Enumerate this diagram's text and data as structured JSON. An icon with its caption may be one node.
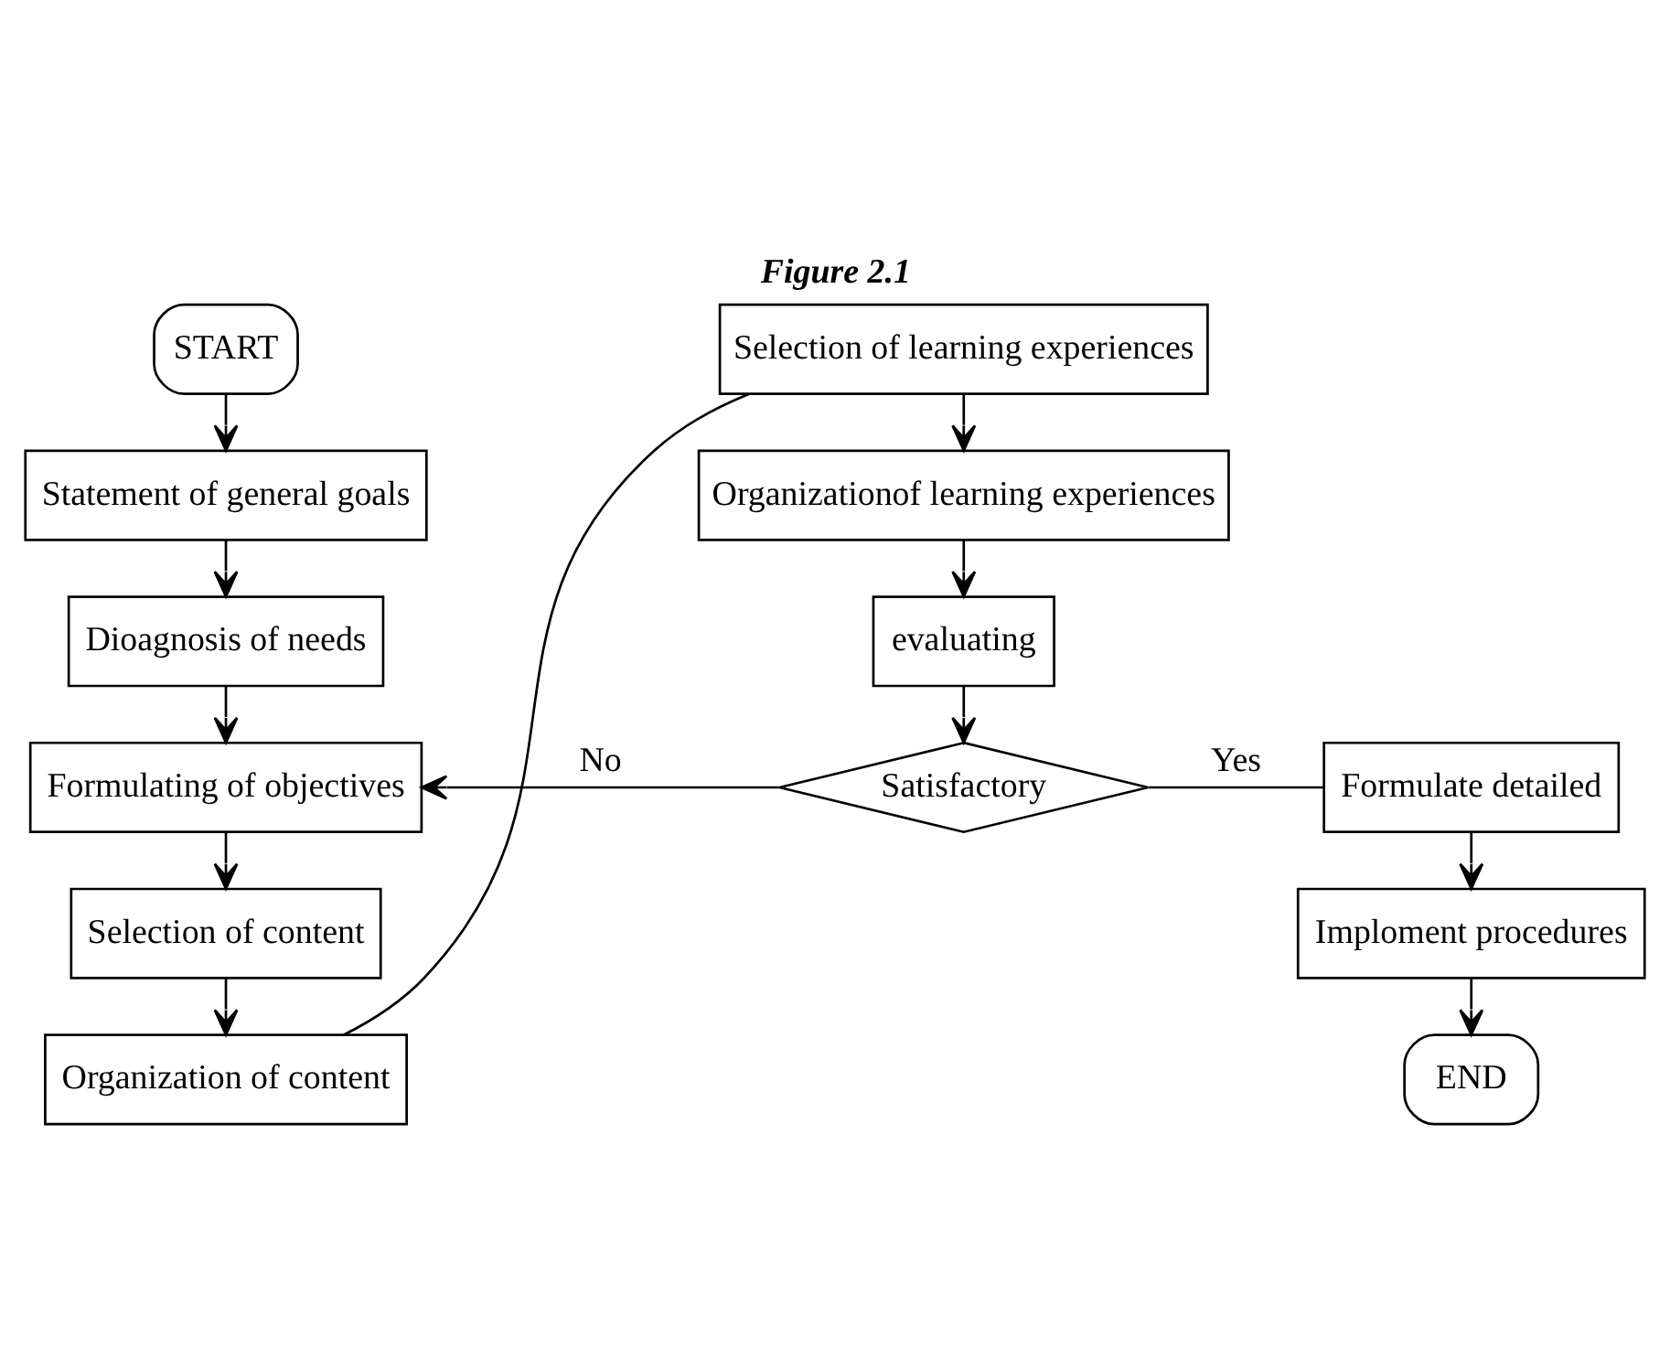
{
  "diagram": {
    "title": "Figure 2.1",
    "nodes": [
      {
        "text": [
          "START"
        ]
      },
      {
        "text": [
          "Statement of general goals"
        ]
      },
      {
        "text": [
          "Dioagnosis of needs"
        ]
      },
      {
        "text": [
          "Formulating of objectives"
        ]
      },
      {
        "text": [
          "Selection of content"
        ]
      },
      {
        "text": [
          "Organization of content"
        ]
      },
      {
        "text": [
          "Selection of learning experiences"
        ]
      },
      {
        "text": [
          "Organizationof learning experiences"
        ]
      },
      {
        "text": [
          "evaluating"
        ]
      },
      {
        "text": [
          "Satisfactory"
        ]
      },
      {
        "text": [
          "Formulate detailed"
        ]
      },
      {
        "text": [
          "Imploment procedures"
        ]
      },
      {
        "text": [
          "END"
        ]
      }
    ],
    "edges": [
      {
        "from": 0,
        "to": 1,
        "arrow": "to"
      },
      {
        "from": 1,
        "to": 2,
        "arrow": "to"
      },
      {
        "from": 2,
        "to": 3,
        "arrow": "to"
      },
      {
        "from": 3,
        "to": 4,
        "arrow": "to"
      },
      {
        "from": 4,
        "to": 5,
        "arrow": "to"
      },
      {
        "from": 5,
        "to": 6,
        "arrow": "none"
      },
      {
        "from": 6,
        "to": 7,
        "arrow": "to"
      },
      {
        "from": 7,
        "to": 8,
        "arrow": "to"
      },
      {
        "from": 8,
        "to": 9,
        "arrow": "to"
      },
      {
        "from": 9,
        "to": 10,
        "arrow": "none",
        "label": "Yes"
      },
      {
        "from": 9,
        "to": 3,
        "arrow": "to",
        "label": "No"
      },
      {
        "from": 10,
        "to": 11,
        "arrow": "to"
      },
      {
        "from": 11,
        "to": 12,
        "arrow": "to"
      }
    ]
  }
}
